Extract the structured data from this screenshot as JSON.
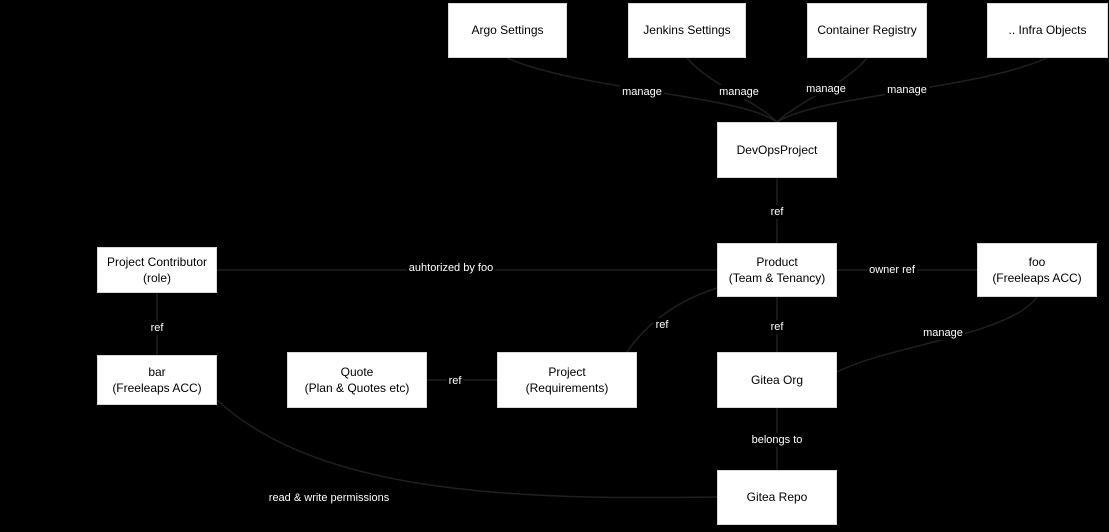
{
  "diagram": {
    "background_color": "#000000",
    "node_fill_color": "#ffffff",
    "node_text_color": "#000000",
    "edge_label_text_color": "#ffffff",
    "nodes": [
      {
        "id": "argo-settings",
        "label": "Argo Settings"
      },
      {
        "id": "jenkins-settings",
        "label": "Jenkins Settings"
      },
      {
        "id": "container-registry",
        "label": "Container Registry"
      },
      {
        "id": "infra-objects",
        "label": ".. Infra Objects"
      },
      {
        "id": "devops-project",
        "label": "DevOpsProject"
      },
      {
        "id": "product",
        "label": "Product\n(Team & Tenancy)"
      },
      {
        "id": "foo-account",
        "label": "foo\n(Freeleaps ACC)"
      },
      {
        "id": "project-contributor",
        "label": "Project Contributor\n(role)"
      },
      {
        "id": "bar-account",
        "label": "bar\n(Freeleaps ACC)"
      },
      {
        "id": "quote",
        "label": "Quote\n(Plan & Quotes etc)"
      },
      {
        "id": "project",
        "label": "Project\n(Requirements)"
      },
      {
        "id": "gitea-org",
        "label": "Gitea Org"
      },
      {
        "id": "gitea-repo",
        "label": "Gitea Repo"
      }
    ],
    "edge_labels": [
      {
        "id": "manage-argo",
        "text": "manage"
      },
      {
        "id": "manage-jenkins",
        "text": "manage"
      },
      {
        "id": "manage-registry",
        "text": "manage"
      },
      {
        "id": "manage-infra",
        "text": "manage"
      },
      {
        "id": "ref-devops-product",
        "text": "ref"
      },
      {
        "id": "authorized-by-foo",
        "text": "auhtorized by foo"
      },
      {
        "id": "owner-ref",
        "text": "owner ref"
      },
      {
        "id": "ref-project-product",
        "text": "ref"
      },
      {
        "id": "ref-product-org",
        "text": "ref"
      },
      {
        "id": "manage-foo-org",
        "text": "manage"
      },
      {
        "id": "ref-contributor-bar",
        "text": "ref"
      },
      {
        "id": "ref-quote-project",
        "text": "ref"
      },
      {
        "id": "belongs-to",
        "text": "belongs to"
      },
      {
        "id": "read-write-perms",
        "text": "read & write permissions"
      }
    ],
    "edges": [
      {
        "from": "devops-project",
        "to": "argo-settings",
        "label": "manage"
      },
      {
        "from": "devops-project",
        "to": "jenkins-settings",
        "label": "manage"
      },
      {
        "from": "devops-project",
        "to": "container-registry",
        "label": "manage"
      },
      {
        "from": "devops-project",
        "to": "infra-objects",
        "label": "manage"
      },
      {
        "from": "devops-project",
        "to": "product",
        "label": "ref"
      },
      {
        "from": "project-contributor",
        "to": "product",
        "label": "auhtorized by foo"
      },
      {
        "from": "product",
        "to": "foo-account",
        "label": "owner ref"
      },
      {
        "from": "project",
        "to": "product",
        "label": "ref"
      },
      {
        "from": "product",
        "to": "gitea-org",
        "label": "ref"
      },
      {
        "from": "foo-account",
        "to": "gitea-org",
        "label": "manage"
      },
      {
        "from": "project-contributor",
        "to": "bar-account",
        "label": "ref"
      },
      {
        "from": "quote",
        "to": "project",
        "label": "ref"
      },
      {
        "from": "gitea-repo",
        "to": "gitea-org",
        "label": "belongs to"
      },
      {
        "from": "bar-account",
        "to": "gitea-repo",
        "label": "read & write permissions"
      }
    ]
  }
}
